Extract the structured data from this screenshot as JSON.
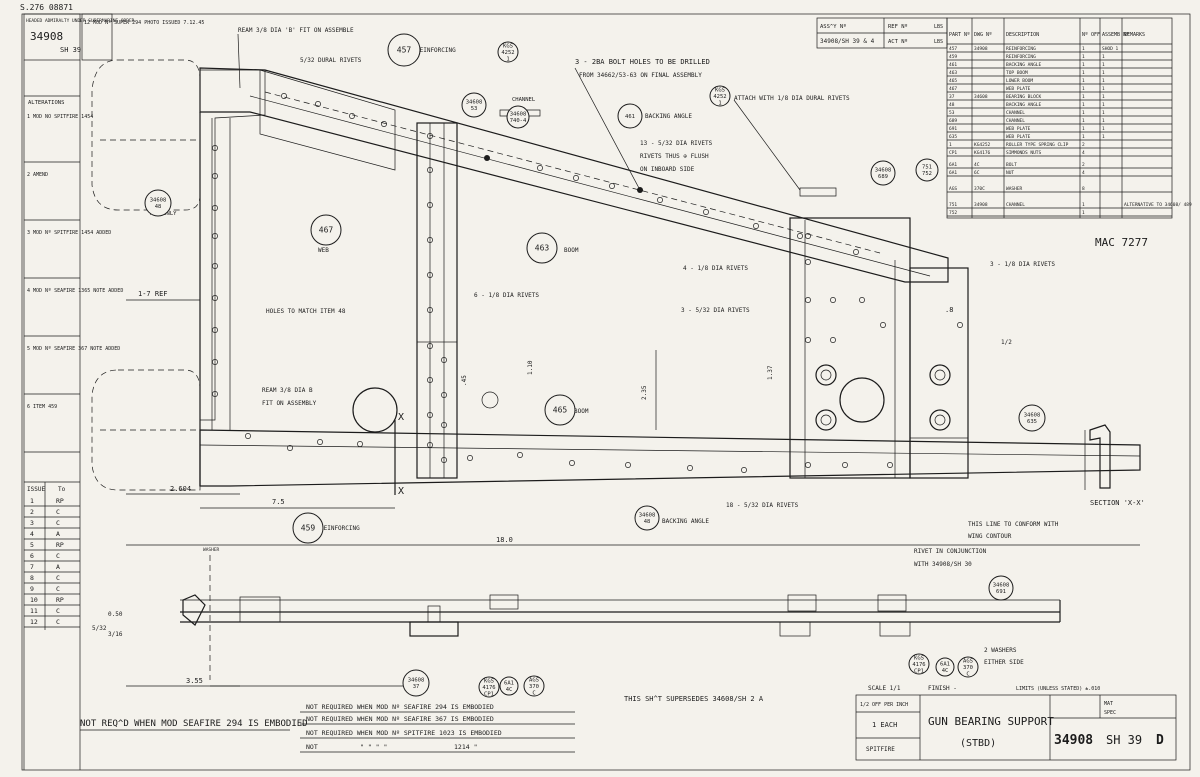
{
  "header": {
    "top_left_note": "S.276   08871",
    "tl_box_title": "HEADED ADMIRALTY UNDER SUPERMARINE ORDER",
    "tl_box_number": "34908",
    "tl_box_sheet": "SH 39",
    "mod_note": "12 MOD Nº SUPER 294 PHOTO ISSUED 7.12.45"
  },
  "alterations": {
    "title": "ALTERATIONS",
    "issue_label": "ISSUE",
    "issue_col2": "To",
    "issues": [
      {
        "no": "1",
        "code": "RP"
      },
      {
        "no": "2",
        "code": "C"
      },
      {
        "no": "3",
        "code": "C"
      },
      {
        "no": "4",
        "code": "A"
      },
      {
        "no": "5",
        "code": "RP"
      },
      {
        "no": "6",
        "code": "C"
      },
      {
        "no": "7",
        "code": "A"
      },
      {
        "no": "8",
        "code": "C"
      },
      {
        "no": "9",
        "code": "C"
      },
      {
        "no": "10",
        "code": "RP"
      },
      {
        "no": "11",
        "code": "C"
      },
      {
        "no": "12",
        "code": "C"
      }
    ],
    "mods": [
      {
        "label": "1 MOD NO SPITFIRE 1454"
      },
      {
        "label": "2 AMEND"
      },
      {
        "label": "3 MOD Nº SPITFIRE 1454 ADDED"
      },
      {
        "label": "4 MOD Nº SEAFIRE 1365 NOTE ADDED"
      },
      {
        "label": "5 MOD Nº SEAFIRE 367 NOTE ADDED"
      },
      {
        "label": "6 ITEM 459"
      }
    ]
  },
  "parts_header": {
    "assy_no": "ASS^Y Nº",
    "ref_no": "REF Nº",
    "lbs": "LBS",
    "assy_val": "34908/SH 39 & 4",
    "act_no": "ACT Nº",
    "cols": [
      "PART Nº",
      "DWG Nº",
      "DESCRIPTION",
      "Nº OFF",
      "ASSEMB Nº",
      "REMARKS"
    ]
  },
  "parts": [
    {
      "part": "457",
      "dwg": "34908",
      "desc": "REINFORCING",
      "off": "1",
      "assy": "SHOD 1",
      "remarks": ""
    },
    {
      "part": "459",
      "dwg": "",
      "desc": "REINFORCING",
      "off": "1",
      "assy": "1",
      "remarks": ""
    },
    {
      "part": "461",
      "dwg": "",
      "desc": "BACKING ANGLE",
      "off": "1",
      "assy": "1",
      "remarks": ""
    },
    {
      "part": "463",
      "dwg": "",
      "desc": "TOP BOOM",
      "off": "1",
      "assy": "1",
      "remarks": ""
    },
    {
      "part": "465",
      "dwg": "",
      "desc": "LOWER BOOM",
      "off": "1",
      "assy": "1",
      "remarks": ""
    },
    {
      "part": "467",
      "dwg": "",
      "desc": "WEB PLATE",
      "off": "1",
      "assy": "1",
      "remarks": ""
    },
    {
      "part": "37",
      "dwg": "34608",
      "desc": "BEARING BLOCK",
      "off": "1",
      "assy": "1",
      "remarks": ""
    },
    {
      "part": "48",
      "dwg": "",
      "desc": "BACKING ANGLE",
      "off": "1",
      "assy": "1",
      "remarks": ""
    },
    {
      "part": "53",
      "dwg": "",
      "desc": "CHANNEL",
      "off": "1",
      "assy": "1",
      "remarks": ""
    },
    {
      "part": "689",
      "dwg": "",
      "desc": "CHANNEL",
      "off": "1",
      "assy": "1",
      "remarks": ""
    },
    {
      "part": "691",
      "dwg": "",
      "desc": "WEB PLATE",
      "off": "1",
      "assy": "1",
      "remarks": ""
    },
    {
      "part": "635",
      "dwg": "",
      "desc": "WEB PLATE",
      "off": "1",
      "assy": "1",
      "remarks": ""
    },
    {
      "part": "1",
      "dwg": "KG4252",
      "desc": "ROLLER TYPE SPRING CLIP",
      "off": "2",
      "assy": "",
      "remarks": ""
    },
    {
      "part": "CP1",
      "dwg": "KG4176",
      "desc": "SIMMONDS NUTS",
      "off": "4",
      "assy": "",
      "remarks": ""
    },
    {
      "part": "6A1",
      "dwg": "4C",
      "desc": "BOLT",
      "off": "2",
      "assy": "",
      "remarks": ""
    },
    {
      "part": "6A1",
      "dwg": "6C",
      "desc": "NUT",
      "off": "4",
      "assy": "",
      "remarks": ""
    },
    {
      "part": "AGS",
      "dwg": "370C",
      "desc": "WASHER",
      "off": "8",
      "assy": "",
      "remarks": ""
    },
    {
      "part": "751",
      "dwg": "34908",
      "desc": "CHANNEL",
      "off": "1",
      "assy": "",
      "remarks": "ALTERNATIVE TO 34608/ 489"
    },
    {
      "part": "752",
      "dwg": "",
      "desc": "",
      "off": "1",
      "assy": "",
      "remarks": ""
    }
  ],
  "mac_number": "MAC 7277",
  "balloons": [
    {
      "id": "457",
      "label": "457"
    },
    {
      "id": "467",
      "label": "467"
    },
    {
      "id": "463",
      "label": "463"
    },
    {
      "id": "461",
      "label": "461"
    },
    {
      "id": "465",
      "label": "465"
    },
    {
      "id": "459",
      "label": "459"
    },
    {
      "id": "34608-48a",
      "label": "34608 48"
    },
    {
      "id": "34608-48b",
      "label": "34608 48"
    },
    {
      "id": "34608-53",
      "label": "34608 53"
    },
    {
      "id": "34608-689",
      "label": "34608 689"
    },
    {
      "id": "34608-635",
      "label": "34608 635"
    },
    {
      "id": "34608-691",
      "label": "34608 691"
    },
    {
      "id": "34608-37",
      "label": "34608 37"
    },
    {
      "id": "751-752",
      "label": "751 752"
    },
    {
      "id": "kg4252a",
      "label": "KGS 4252 1"
    },
    {
      "id": "kg4252b",
      "label": "KGS 4252 1"
    },
    {
      "id": "kgs4176a",
      "label": "KGS 4176 CP1"
    },
    {
      "id": "kgs4176b",
      "label": "KGS 4176 CP1"
    },
    {
      "id": "6a1-4c",
      "label": "6A1 4C"
    },
    {
      "id": "6a1-4c-b",
      "label": "6A1 4C"
    },
    {
      "id": "ags370a",
      "label": "AGS 370 C"
    },
    {
      "id": "ags370b",
      "label": "AGS 370 C"
    },
    {
      "id": "34608-740",
      "label": "34608 740-4"
    }
  ],
  "notes": {
    "ream_top": "REAM 3/8 DIA 'B' FIT ON ASSEMBLE",
    "dural_rivets_top": "5/32 DURAL RIVETS",
    "reinforcing_457": "REINFORCING",
    "bolt_holes": "3 - 2BA BOLT HOLES TO BE DRILLED",
    "bolt_holes_2": "FROM 34662/53-63 ON FINAL ASSEMBLY",
    "attach": "ATTACH WITH 1/8 DIA DURAL RIVETS",
    "backing_angle_461": "BACKING ANGLE",
    "rivets_flush": "13 - 5/32 DIA RIVETS",
    "rivets_flush_2": "RIVETS THUS ⊕ FLUSH",
    "rivets_flush_3": "ON INBOARD SIDE",
    "channel": "CHANNEL",
    "web": "WEB",
    "ref_only": "REF ONLY",
    "boom_463": "BOOM",
    "boom_465": "BOOM",
    "rivets_6": "6 - 1/8 DIA RIVETS",
    "rivets_4": "4 - 1/8 DIA RIVETS",
    "rivets_3a": "3 - 1/8 DIA RIVETS",
    "rivets_3b": "3 - 5/32 DIA RIVETS",
    "holes_match": "HOLES TO MATCH ITEM 48",
    "ream_bottom": "REAM 3/8 DIA B",
    "ream_bottom_2": "FIT ON ASSEMBLY",
    "backing_angle_48": "BACKING ANGLE",
    "rivets_18": "18 - 5/32 DIA RIVETS",
    "reinforcing_459": "REINFORCING",
    "contour": "THIS LINE TO CONFORM WITH",
    "contour_2": "WING CONTOUR",
    "rivet_conj": "RIVET IN CONJUNCTION",
    "rivet_conj_2": "WITH 34908/SH 30",
    "washers": "2 WASHERS",
    "washers_2": "EITHER SIDE",
    "section": "SECTION 'X-X'",
    "supersedes": "THIS SH^T SUPERSEDES 34608/SH 2 A",
    "not_reqd_main": "NOT REQ^D WHEN MOD SEAFIRE 294 IS EMBODIED",
    "nr1": "NOT REQUIRED WHEN MOD Nº SEAFIRE 294 IS EMBODIED",
    "nr2": "NOT REQUIRED WHEN MOD Nº SEAFIRE 367 IS EMBODIED",
    "nr3": "NOT REQUIRED WHEN MOD Nº SPITFIRE 1023 IS EMBODIED",
    "nr4_a": "NOT",
    "nr4_b": "\"      \"      \"      \"",
    "nr4_c": "1214  \"",
    "washer_bal": "WASHER"
  },
  "dims": {
    "d1": "1-7 REF",
    "d2": "2.604",
    "d3": "7.5",
    "d4": "18.0",
    "d5": "3.55",
    "d6": "2.35",
    "d7": "1.10",
    "d8": "1.37",
    "d9": ".8",
    "d10": ".45",
    "d11": "1/2",
    "d12": "0.50",
    "d13": "5/32",
    "d14": "3/16"
  },
  "title_block": {
    "scale": "SCALE 1/1",
    "finish": "FINISH -",
    "limits": "LIMITS (UNLESS STATED) ±.010",
    "full_size": "1/2 OFF PER INCH",
    "qty": "1 EACH",
    "type": "SPITFIRE",
    "title": "GUN BEARING SUPPORT",
    "subtitle": "(STBD)",
    "mat": "MAT",
    "spec": "SPEC",
    "drawing_no": "34908",
    "sheet": "SH 39",
    "rev": "D"
  },
  "section_label": "X"
}
